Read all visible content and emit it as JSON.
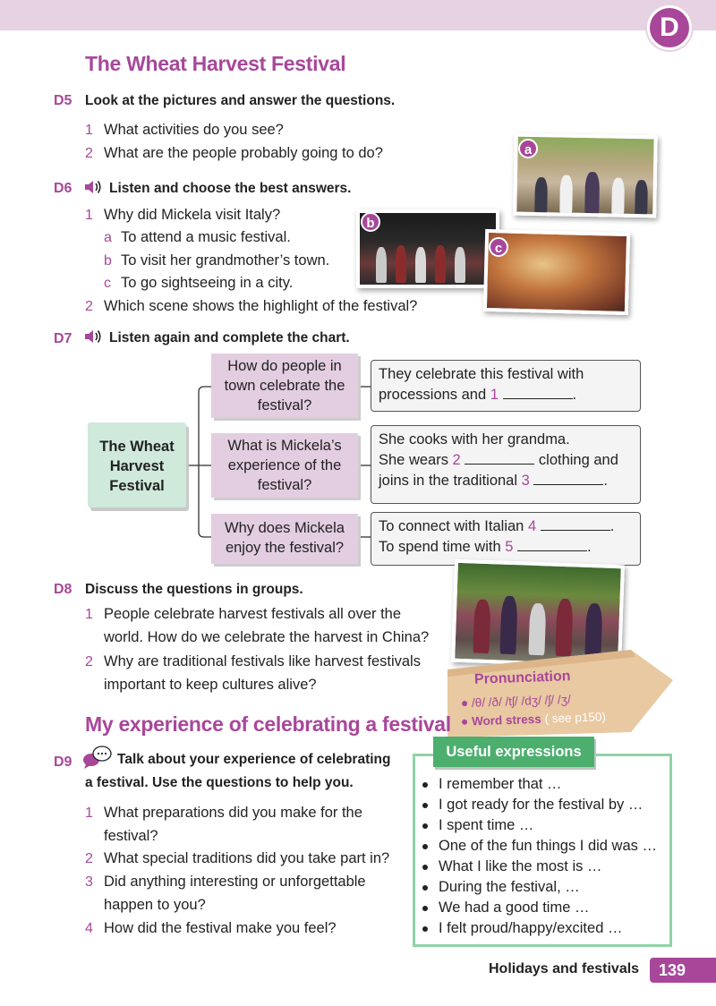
{
  "unit_badge": "D",
  "section_title": "The Wheat Harvest Festival",
  "d5": {
    "tag": "D5",
    "instruction": "Look at the pictures and answer the questions.",
    "questions": [
      {
        "num": "1",
        "text": "What activities do you see?"
      },
      {
        "num": "2",
        "text": "What are the people probably going to do?"
      }
    ]
  },
  "d6": {
    "tag": "D6",
    "instruction": "Listen and choose the best answers.",
    "q1": {
      "num": "1",
      "text": "Why did Mickela visit Italy?"
    },
    "options": [
      {
        "letter": "a",
        "text": "To attend a music festival."
      },
      {
        "letter": "b",
        "text": "To visit her grandmother’s town."
      },
      {
        "letter": "c",
        "text": "To go sightseeing in a city."
      }
    ],
    "q2": {
      "num": "2",
      "text": "Which scene shows the highlight of the festival?"
    }
  },
  "photos": {
    "a": "a",
    "b": "b",
    "c": "c"
  },
  "d7": {
    "tag": "D7",
    "instruction": "Listen again and complete the chart.",
    "root": [
      "The Wheat",
      "Harvest",
      "Festival"
    ],
    "q1": [
      "How do people in",
      "town celebrate the",
      "festival?"
    ],
    "q2": [
      "What is Mickela’s",
      "experience of the",
      "festival?"
    ],
    "q3": [
      "Why does Mickela",
      "enjoy the festival?"
    ],
    "a1": {
      "line1": "They celebrate this festival with",
      "line2_pre": "processions and ",
      "n1": "1",
      "line2_post": "."
    },
    "a2": {
      "line1": "She cooks with her grandma.",
      "line2_pre": "She wears ",
      "n2": "2",
      "line2_post": " clothing and",
      "line3_pre": "joins in the traditional ",
      "n3": "3",
      "line3_post": "."
    },
    "a3": {
      "line1_pre": "To connect with Italian ",
      "n4": "4",
      "line1_post": ".",
      "line2_pre": "To spend time with ",
      "n5": "5",
      "line2_post": "."
    }
  },
  "d8": {
    "tag": "D8",
    "instruction": "Discuss the questions in groups.",
    "questions": [
      {
        "num": "1",
        "line1": "People celebrate harvest festivals all over the",
        "line2": "world. How do we celebrate the harvest in China?"
      },
      {
        "num": "2",
        "line1": "Why are traditional festivals like harvest festivals",
        "line2": "important to keep cultures alive?"
      }
    ]
  },
  "pronunciation": {
    "title": "Pronunciation",
    "line1": "/θ/ /ð/ /tʃ/ /dʒ/ /ʃ/ /ʒ/",
    "line2": "Word stress",
    "line2_note": "( see p150)"
  },
  "section2_title": "My experience of celebrating a festival",
  "d9": {
    "tag": "D9",
    "instruction_line1": "Talk about your experience of celebrating",
    "instruction_line2": "a festival. Use the questions to help you.",
    "questions": [
      {
        "num": "1",
        "line1": "What preparations did you make for the",
        "line2": "festival?"
      },
      {
        "num": "2",
        "line1": "What special traditions did you take part in?"
      },
      {
        "num": "3",
        "line1": "Did anything interesting or unforgettable",
        "line2": "happen to you?"
      },
      {
        "num": "4",
        "line1": "How did the festival make you feel?"
      }
    ]
  },
  "useful_expressions": {
    "title": "Useful expressions",
    "items": [
      "I remember that …",
      "I got ready for the festival by …",
      "I spent time …",
      "One of the fun things I did was …",
      "What I like the most is …",
      "During the festival, …",
      "We had a good time …",
      "I felt proud/happy/excited …"
    ]
  },
  "footer": {
    "label": "Holidays and festivals",
    "page": "139"
  },
  "colors": {
    "accent": "#a8479a",
    "green": "#4caf6e",
    "question_box": "#e3cde1",
    "root_box": "#cfe9db"
  }
}
